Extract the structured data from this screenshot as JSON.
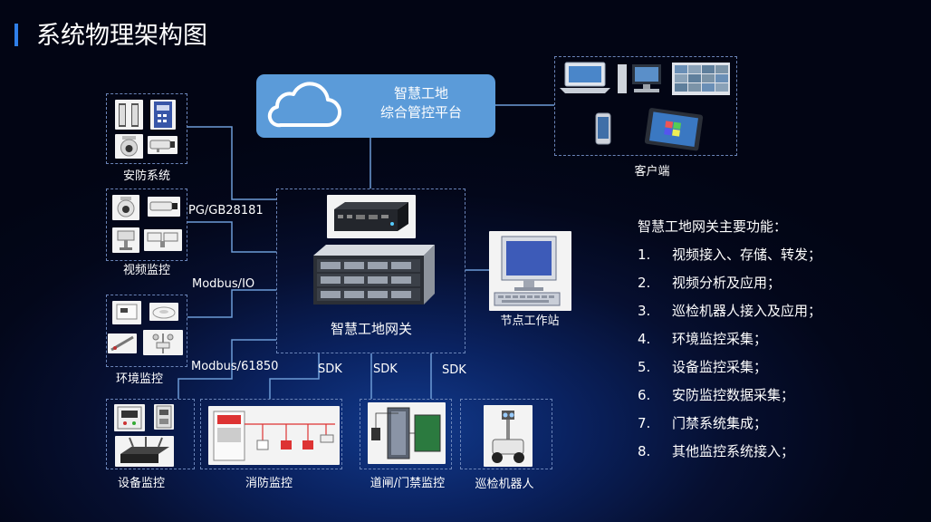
{
  "page": {
    "title": "系统物理架构图"
  },
  "cloud": {
    "line1": "智慧工地",
    "line2": "综合管控平台"
  },
  "gateway": {
    "label": "智慧工地网关"
  },
  "client": {
    "label": "客户端"
  },
  "workstation": {
    "label": "节点工作站"
  },
  "groups": {
    "security": {
      "label": "安防系统"
    },
    "video": {
      "label": "视频监控"
    },
    "environment": {
      "label": "环境监控"
    },
    "equipment": {
      "label": "设备监控"
    },
    "fire": {
      "label": "消防监控"
    },
    "gate": {
      "label": "道闸/门禁监控"
    },
    "robot": {
      "label": "巡检机器人"
    }
  },
  "protocols": {
    "pg": "PG/GB28181",
    "modbus_io": "Modbus/IO",
    "modbus_61850": "Modbus/61850",
    "sdk1": "SDK",
    "sdk2": "SDK",
    "sdk3": "SDK"
  },
  "features": {
    "title": "智慧工地网关主要功能：",
    "items": [
      {
        "num": "1.",
        "text": "视频接入、存储、转发；"
      },
      {
        "num": "2.",
        "text": "视频分析及应用；"
      },
      {
        "num": "3.",
        "text": "巡检机器人接入及应用；"
      },
      {
        "num": "4.",
        "text": "环境监控采集；"
      },
      {
        "num": "5.",
        "text": "设备监控采集；"
      },
      {
        "num": "6.",
        "text": "安防监控数据采集；"
      },
      {
        "num": "7.",
        "text": "门禁系统集成；"
      },
      {
        "num": "8.",
        "text": "其他监控系统接入；"
      }
    ]
  },
  "colors": {
    "accent": "#2f7fe8",
    "cloud": "#5b9bd9",
    "line": "#6c9bd6",
    "dash": "#6a84b8"
  }
}
